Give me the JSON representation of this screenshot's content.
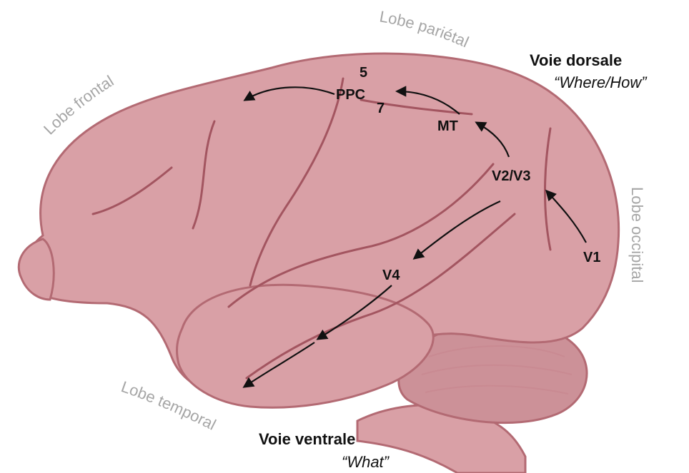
{
  "colors": {
    "brain_fill": "#d9a0a6",
    "brain_outline": "#b36a73",
    "brain_shadow": "#c98a92",
    "sulcus": "#a35560",
    "highlight": "#ecc4c8",
    "cerebellum": "#cc9198",
    "arrow": "#111111",
    "lobe_label": "#a6a6a6"
  },
  "lobes": {
    "frontal": "Lobe frontal",
    "parietal": "Lobe pariétal",
    "occipital": "Lobe occipital",
    "temporal": "Lobe temporal"
  },
  "areas": {
    "five": "5",
    "ppc": "PPC",
    "seven": "7",
    "mt": "MT",
    "v2v3": "V2/V3",
    "v4": "V4",
    "v1": "V1"
  },
  "dorsal": {
    "title": "Voie dorsale",
    "subtitle": "“Where/How”"
  },
  "ventral": {
    "title": "Voie ventrale",
    "subtitle": "“What”"
  }
}
